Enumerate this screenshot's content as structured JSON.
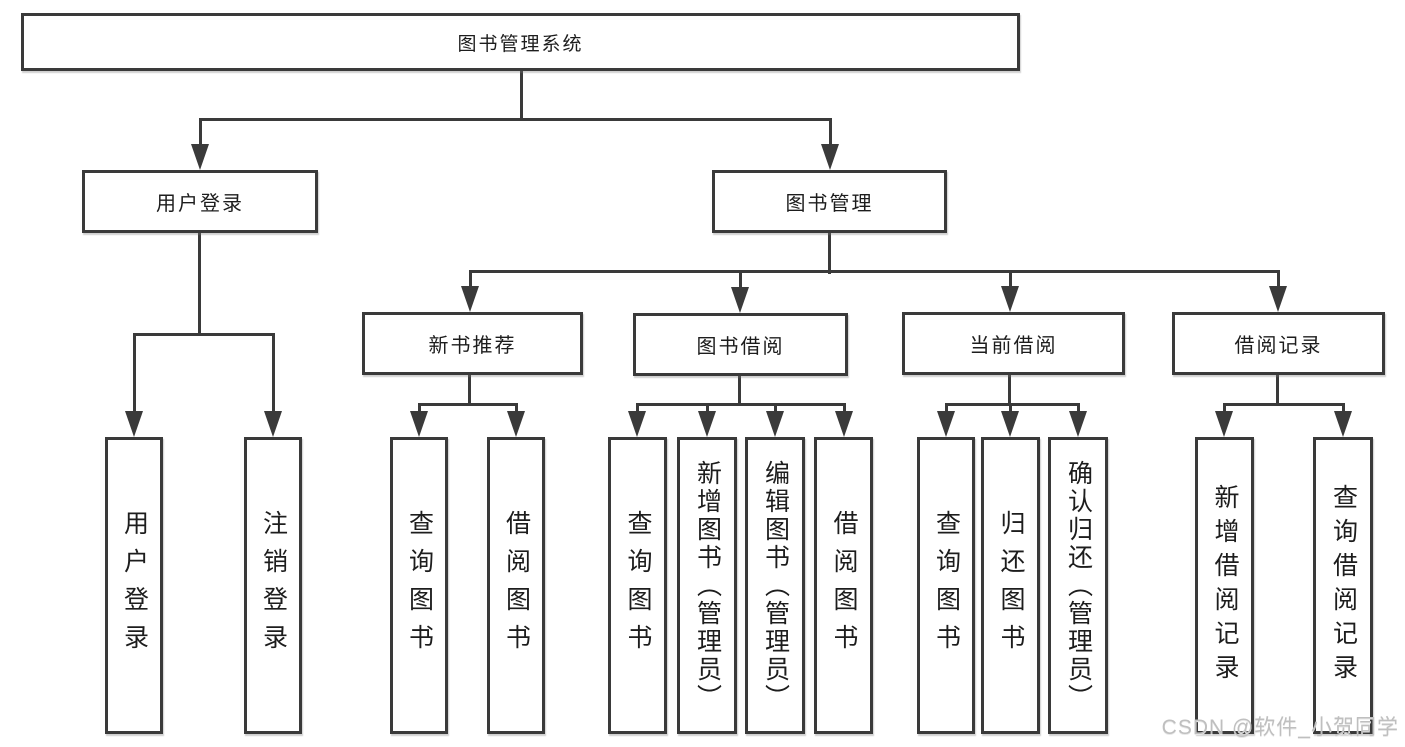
{
  "colors": {
    "line": "#3a3a3a",
    "box_border": "#3a3a3a",
    "text": "#1d1d1d",
    "background": "#ffffff",
    "watermark": "#bfbfbf"
  },
  "watermark": {
    "text": "CSDN @软件_小贺同学"
  },
  "tree": {
    "label": "图书管理系统",
    "children": [
      {
        "label": "用户登录",
        "children": [
          {
            "label": "用户登录"
          },
          {
            "label": "注销登录"
          }
        ]
      },
      {
        "label": "图书管理",
        "children": [
          {
            "label": "新书推荐",
            "children": [
              {
                "label": "查询图书"
              },
              {
                "label": "借阅图书"
              }
            ]
          },
          {
            "label": "图书借阅",
            "children": [
              {
                "label": "查询图书"
              },
              {
                "label": "新增图书（管理员）"
              },
              {
                "label": "编辑图书（管理员）"
              },
              {
                "label": "借阅图书"
              }
            ]
          },
          {
            "label": "当前借阅",
            "children": [
              {
                "label": "查询图书"
              },
              {
                "label": "归还图书"
              },
              {
                "label": "确认归还（管理员）"
              }
            ]
          },
          {
            "label": "借阅记录",
            "children": [
              {
                "label": "新增借阅记录"
              },
              {
                "label": "查询借阅记录"
              }
            ]
          }
        ]
      }
    ]
  }
}
